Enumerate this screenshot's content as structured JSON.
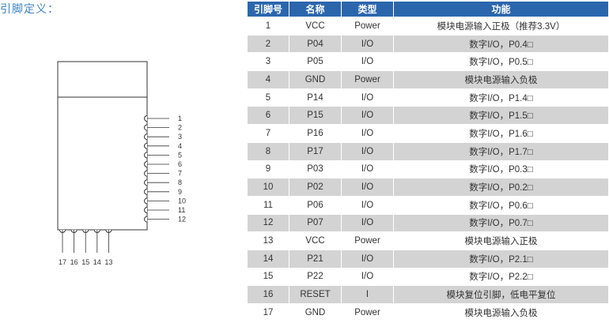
{
  "heading": "引脚定义：",
  "diagram": {
    "right_pins": [
      "1",
      "2",
      "3",
      "4",
      "5",
      "6",
      "7",
      "8",
      "9",
      "10",
      "11",
      "12"
    ],
    "bottom_pins": [
      "17",
      "16",
      "15",
      "14",
      "13"
    ]
  },
  "table": {
    "headers": [
      "引脚号",
      "名称",
      "类型",
      "功能"
    ],
    "rows": [
      {
        "no": "1",
        "name": "VCC",
        "type": "Power",
        "func": "模块电源输入正极（推荐3.3V）"
      },
      {
        "no": "2",
        "name": "P04",
        "type": "I/O",
        "func": "数字I/O，P0.4□"
      },
      {
        "no": "3",
        "name": "P05",
        "type": "I/O",
        "func": "数字I/O，P0.5□"
      },
      {
        "no": "4",
        "name": "GND",
        "type": "Power",
        "func": "模块电源输入负极"
      },
      {
        "no": "5",
        "name": "P14",
        "type": "I/O",
        "func": "数字I/O，P1.4□"
      },
      {
        "no": "6",
        "name": "P15",
        "type": "I/O",
        "func": "数字I/O，P1.5□"
      },
      {
        "no": "7",
        "name": "P16",
        "type": "I/O",
        "func": "数字I/O，P1.6□"
      },
      {
        "no": "8",
        "name": "P17",
        "type": "I/O",
        "func": "数字I/O，P1.7□"
      },
      {
        "no": "9",
        "name": "P03",
        "type": "I/O",
        "func": "数字I/O，P0.3□"
      },
      {
        "no": "10",
        "name": "P02",
        "type": "I/O",
        "func": "数字I/O，P0.2□"
      },
      {
        "no": "11",
        "name": "P06",
        "type": "I/O",
        "func": "数字I/O，P0.6□"
      },
      {
        "no": "12",
        "name": "P07",
        "type": "I/O",
        "func": "数字I/O，P0.7□"
      },
      {
        "no": "13",
        "name": "VCC",
        "type": "Power",
        "func": "模块电源输入正极"
      },
      {
        "no": "14",
        "name": "P21",
        "type": "I/O",
        "func": "数字I/O，P2.1□"
      },
      {
        "no": "15",
        "name": "P22",
        "type": "I/O",
        "func": "数字I/O，P2.2□"
      },
      {
        "no": "16",
        "name": "RESET",
        "type": "I",
        "func": "模块复位引脚，低电平复位"
      },
      {
        "no": "17",
        "name": "GND",
        "type": "Power",
        "func": "模块电源输入负极"
      }
    ]
  }
}
